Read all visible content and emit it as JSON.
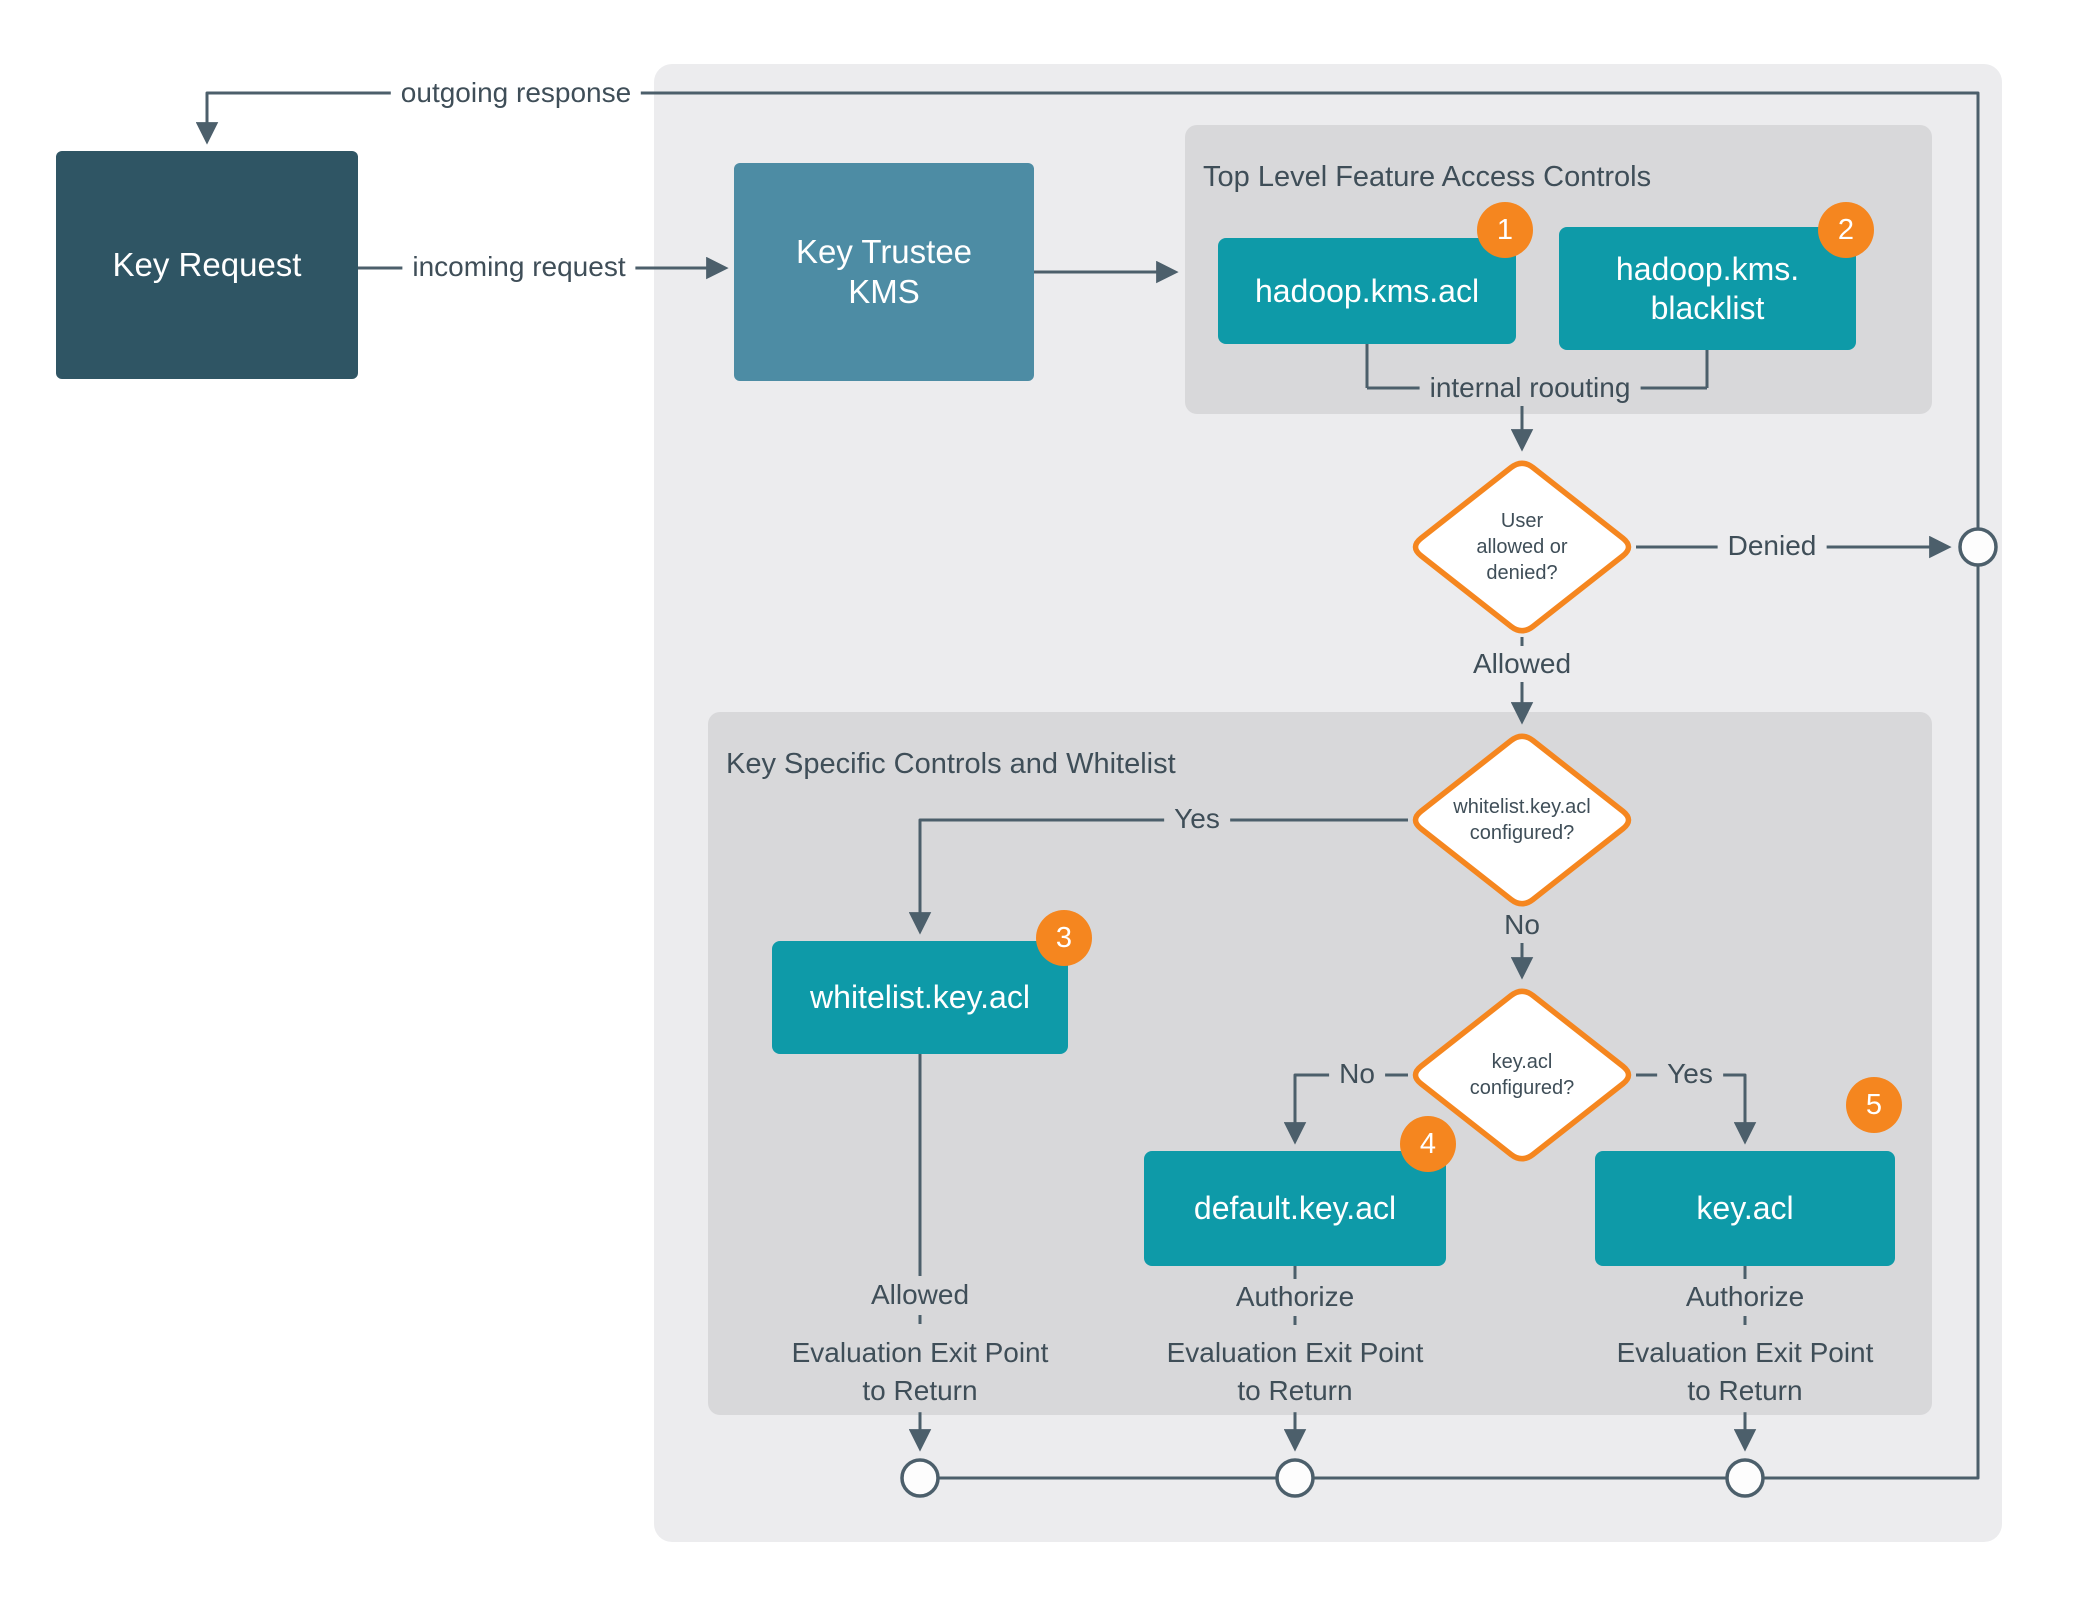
{
  "nodes": {
    "key_request": {
      "label": "Key Request"
    },
    "kms": {
      "label": "Key Trustee\nKMS"
    },
    "hadoop_kms_acl": {
      "label": "hadoop.kms.acl",
      "badge": "1"
    },
    "hadoop_kms_blacklist": {
      "label": "hadoop.kms.\nblacklist",
      "badge": "2"
    },
    "whitelist_key_acl": {
      "label": "whitelist.key.acl",
      "badge": "3"
    },
    "default_key_acl": {
      "label": "default.key.acl",
      "badge": "4"
    },
    "key_acl": {
      "label": "key.acl",
      "badge": "5"
    }
  },
  "groups": {
    "top_level": {
      "title": "Top Level Feature Access Controls"
    },
    "key_specific": {
      "title": "Key Specific Controls and Whitelist"
    }
  },
  "decisions": {
    "user_allowed": {
      "label": "User\nallowed or\ndenied?"
    },
    "whitelist_configured": {
      "label": "whitelist.key.acl\nconfigured?"
    },
    "key_acl_configured": {
      "label": "key.acl\nconfigured?"
    }
  },
  "edge_labels": {
    "outgoing_response": "outgoing response",
    "incoming_request": "incoming request",
    "internal_routing": "internal roouting",
    "denied": "Denied",
    "allowed": "Allowed",
    "yes_whitelist": "Yes",
    "no_whitelist": "No",
    "no_key_acl": "No",
    "yes_key_acl": "Yes"
  },
  "exits": [
    {
      "verdict": "Allowed",
      "label": "Evaluation Exit Point\nto Return"
    },
    {
      "verdict": "Authorize",
      "label": "Evaluation Exit Point\nto Return"
    },
    {
      "verdict": "Authorize",
      "label": "Evaluation Exit Point\nto Return"
    }
  ],
  "colors": {
    "dark_node": "#2F5564",
    "kms_node": "#4D8CA4",
    "teal_node": "#0E9AA8",
    "accent_orange": "#F5861F",
    "outer_container": "#ECECEE",
    "group_container": "#D8D8DA",
    "line": "#4C5F6B",
    "text": "#3F4E58"
  }
}
